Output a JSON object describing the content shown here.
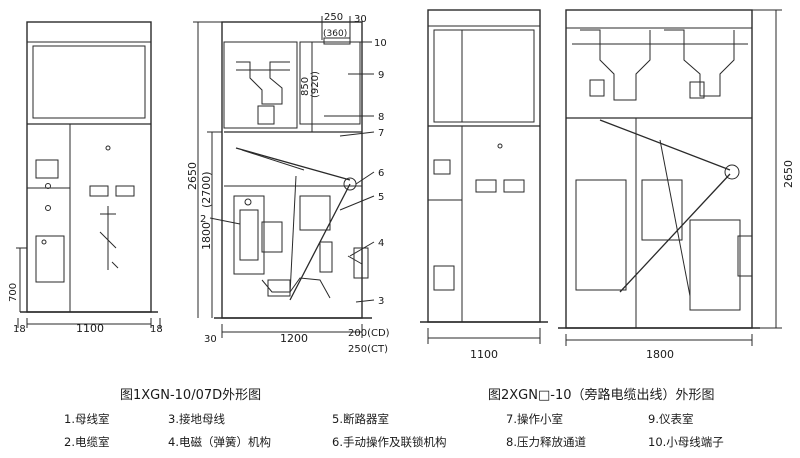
{
  "figure1": {
    "caption": "图1XGN-10/07D外形图",
    "front_view": {
      "width": "1100",
      "side_left": "18",
      "side_right": "18",
      "height_low": "700"
    },
    "side_view": {
      "height_total": "2650",
      "height_a": "1800",
      "height_a_alt": "(2700)",
      "top_w1": "250",
      "top_w2": "30",
      "top_w_alt": "(360)",
      "h_850": "850",
      "h_920": "(920)",
      "depth": "1200",
      "left_30": "30",
      "bottom_1": "200(CD)",
      "bottom_2": "250(CT)",
      "callouts": [
        "10",
        "9",
        "8",
        "7",
        "6",
        "5",
        "4",
        "3",
        "2"
      ]
    }
  },
  "figure2": {
    "caption": "图2XGN□-10（旁路电缆出线）外形图",
    "front_width": "1100",
    "side_depth": "1800",
    "side_height": "2650"
  },
  "legend": [
    [
      "1.母线室",
      "3.接地母线",
      "5.断路器室",
      "7.操作小室",
      "9.仪表室"
    ],
    [
      "2.电缆室",
      "4.电磁（弹簧）机构",
      "6.手动操作及联锁机构",
      "8.压力释放通道",
      "10.小母线端子"
    ]
  ]
}
